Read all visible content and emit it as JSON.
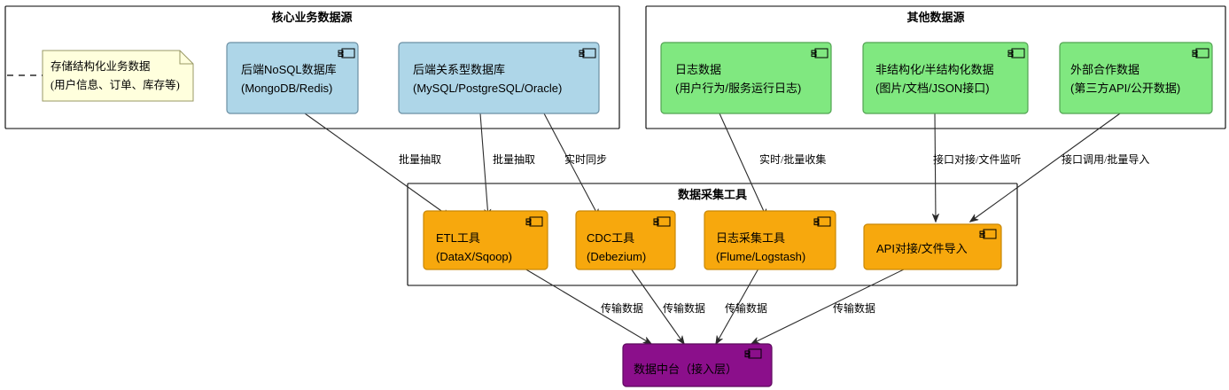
{
  "diagram": {
    "type": "uml-component-dataflow",
    "title_visible": false,
    "groups": [
      {
        "id": "core",
        "label": "核心业务数据源"
      },
      {
        "id": "other",
        "label": "其他数据源"
      },
      {
        "id": "collect",
        "label": "数据采集工具"
      }
    ],
    "note": {
      "line1": "存储结构化业务数据",
      "line2": "(用户信息、订单、库存等)",
      "fill": "#FFFFDD",
      "stroke": "#999966"
    },
    "nodes": [
      {
        "id": "nosql",
        "line1": "后端NoSQL数据库",
        "line2": "(MongoDB/Redis)",
        "fill": "#AED6E8",
        "group": "core"
      },
      {
        "id": "rdbms",
        "line1": "后端关系型数据库",
        "line2": "(MySQL/PostgreSQL/Oracle)",
        "fill": "#AED6E8",
        "group": "core"
      },
      {
        "id": "logdata",
        "line1": "日志数据",
        "line2": "(用户行为/服务运行日志)",
        "fill": "#80E880",
        "group": "other"
      },
      {
        "id": "unstruct",
        "line1": "非结构化/半结构化数据",
        "line2": "(图片/文档/JSON接口)",
        "fill": "#80E880",
        "group": "other"
      },
      {
        "id": "external",
        "line1": "外部合作数据",
        "line2": "(第三方API/公开数据)",
        "fill": "#80E880",
        "group": "other"
      },
      {
        "id": "etl",
        "line1": "ETL工具",
        "line2": "(DataX/Sqoop)",
        "fill": "#F7A80D",
        "group": "collect"
      },
      {
        "id": "cdc",
        "line1": "CDC工具",
        "line2": "(Debezium)",
        "fill": "#F7A80D",
        "group": "collect"
      },
      {
        "id": "logtool",
        "line1": "日志采集工具",
        "line2": "(Flume/Logstash)",
        "fill": "#F7A80D",
        "group": "collect"
      },
      {
        "id": "apitool",
        "line1": "API对接/文件导入",
        "line2": "",
        "fill": "#F7A80D",
        "group": "collect"
      },
      {
        "id": "platform",
        "line1": "数据中台（接入层）",
        "line2": "",
        "fill": "#8B0F8B",
        "group": null
      }
    ],
    "edges": [
      {
        "from": "nosql",
        "to": "etl",
        "label": "批量抽取"
      },
      {
        "from": "rdbms",
        "to": "etl",
        "label": "批量抽取"
      },
      {
        "from": "rdbms",
        "to": "cdc",
        "label": "实时同步"
      },
      {
        "from": "logdata",
        "to": "logtool",
        "label": "实时/批量收集"
      },
      {
        "from": "unstruct",
        "to": "apitool",
        "label": "接口对接/文件监听"
      },
      {
        "from": "external",
        "to": "apitool",
        "label": "接口调用/批量导入"
      },
      {
        "from": "etl",
        "to": "platform",
        "label": "传输数据"
      },
      {
        "from": "cdc",
        "to": "platform",
        "label": "传输数据"
      },
      {
        "from": "logtool",
        "to": "platform",
        "label": "传输数据"
      },
      {
        "from": "apitool",
        "to": "platform",
        "label": "传输数据"
      }
    ],
    "edge_labels": {
      "batch_extract_1": "批量抽取",
      "batch_extract_2": "批量抽取",
      "realtime_sync": "实时同步",
      "realtime_batch_collect": "实时/批量收集",
      "api_file_listen": "接口对接/文件监听",
      "api_call_batch_import": "接口调用/批量导入",
      "transfer_1": "传输数据",
      "transfer_2": "传输数据",
      "transfer_3": "传输数据",
      "transfer_4": "传输数据"
    },
    "colors": {
      "blue_node": "#AED6E8",
      "green_node": "#80E880",
      "orange_node": "#F7A80D",
      "purple_node": "#8B0F8B",
      "note_yellow": "#FFFFDD",
      "edge": "#2b2b2b",
      "border": "#000000"
    }
  }
}
